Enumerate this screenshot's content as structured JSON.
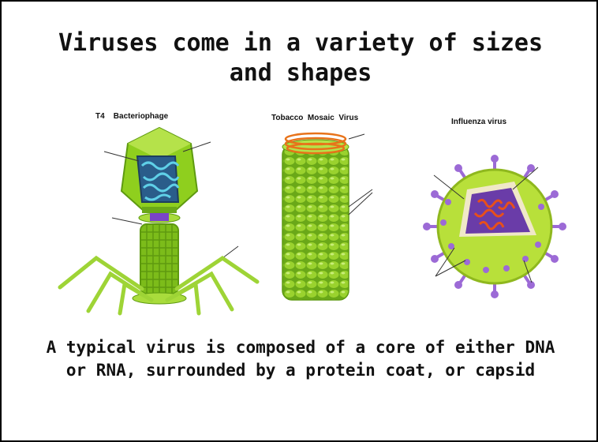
{
  "slide": {
    "title": "Viruses come in a variety of sizes and shapes",
    "caption": "A typical virus is composed of a core of either DNA or RNA, surrounded by a protein coat, or capsid"
  },
  "viruses": [
    {
      "label": "T4    Bacteriophage"
    },
    {
      "label": "Tobacco  Mosaic  Virus"
    },
    {
      "label": "Influenza virus"
    }
  ],
  "colors": {
    "capsid_green": "#8fcf1e",
    "capsid_dark": "#5e9a10",
    "core_blue": "#3a8fd0",
    "coil_orange": "#e8731a",
    "spike_purple": "#9c6ad6",
    "flu_interior": "#6a3ca8",
    "rna_orange": "#e8501a"
  }
}
